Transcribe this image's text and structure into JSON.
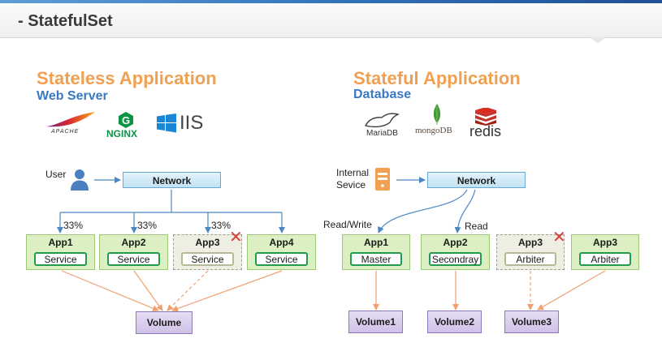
{
  "header": {
    "title": "- StatefulSet"
  },
  "colors": {
    "accent_heading": "#f0a050",
    "sub_heading": "#3a78c2",
    "service_border": "#1e9e4a",
    "fail_mark": "#d9403b"
  },
  "stateless": {
    "heading": "Stateless Application",
    "subheading": "Web Server",
    "logos": {
      "apache": "APACHE",
      "nginx": "NGINX",
      "iis": "IIS"
    },
    "user_label": "User",
    "network_label": "Network",
    "split_labels": [
      "33%",
      "33%",
      "33%"
    ],
    "apps": [
      {
        "name": "App1",
        "service": "Service"
      },
      {
        "name": "App2",
        "service": "Service"
      },
      {
        "name": "App3",
        "service": "Service"
      },
      {
        "name": "App4",
        "service": "Service"
      }
    ],
    "volume_label": "Volume"
  },
  "stateful": {
    "heading": "Stateful Application",
    "subheading": "Database",
    "logos": {
      "mariadb": "MariaDB",
      "mongodb": "mongoDB",
      "redis": "redis"
    },
    "service_label_line1": "Internal",
    "service_label_line2": "Sevice",
    "network_label": "Network",
    "readwrite_label": "Read/Write",
    "read_label": "Read",
    "apps": [
      {
        "name": "App1",
        "role": "Master"
      },
      {
        "name": "App2",
        "role": "Secondray"
      },
      {
        "name": "App3",
        "role": "Arbiter"
      },
      {
        "name": "App3",
        "role": "Arbiter"
      }
    ],
    "volumes": [
      "Volume1",
      "Volume2",
      "Volume3"
    ]
  }
}
